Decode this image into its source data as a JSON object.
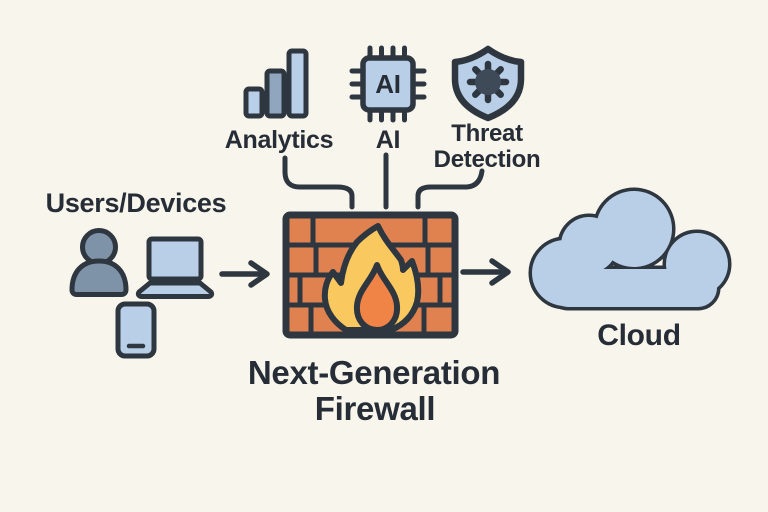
{
  "diagram": {
    "background_color": "#F8F5EC",
    "palette": {
      "background": "#F8F5EC",
      "outline": "#2E3640",
      "text": "#262D36",
      "light_blue": "#B9CFE7",
      "mid_blue": "#8FA6BE",
      "gray_blue": "#7E93A8",
      "brick_orange": "#E08150",
      "flame_yellow": "#F9C95F",
      "flame_orange": "#F08446",
      "virus_dark": "#3E4A58"
    },
    "top_features": {
      "analytics": {
        "label": "Analytics",
        "icon": "bar-chart-icon"
      },
      "ai": {
        "label": "AI",
        "chip_text": "AI",
        "icon": "ai-chip-icon"
      },
      "threat_detection": {
        "label_line1": "Threat",
        "label_line2": "Detection",
        "icon": "shield-virus-icon"
      }
    },
    "flow": {
      "source": {
        "label": "Users/Devices",
        "icons": [
          "person-icon",
          "laptop-icon",
          "smartphone-icon"
        ]
      },
      "firewall": {
        "label_line1": "Next-Generation",
        "label_line2": "Firewall",
        "icon": "brick-wall-flame-icon"
      },
      "destination": {
        "label": "Cloud",
        "icon": "cloud-icon"
      }
    },
    "connections": [
      {
        "from": "users-devices",
        "to": "firewall",
        "style": "arrow"
      },
      {
        "from": "firewall",
        "to": "cloud",
        "style": "arrow"
      },
      {
        "from": "analytics",
        "to": "firewall",
        "style": "curved-line"
      },
      {
        "from": "ai",
        "to": "firewall",
        "style": "straight-line"
      },
      {
        "from": "threat-detection",
        "to": "firewall",
        "style": "curved-line"
      }
    ]
  }
}
